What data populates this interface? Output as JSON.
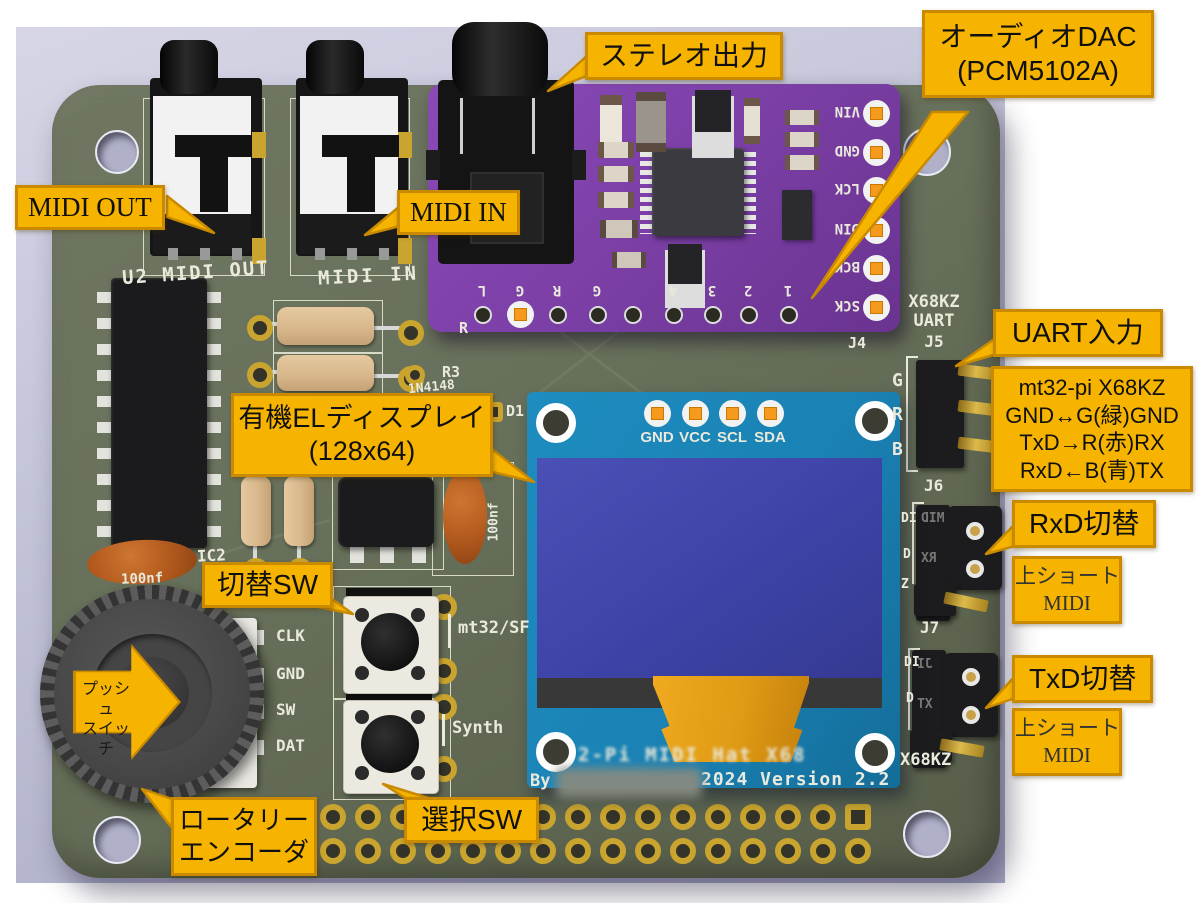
{
  "callouts": {
    "stereo_out": "ステレオ出力",
    "audio_dac": {
      "line1": "オーディオDAC",
      "line2": "(PCM5102A)"
    },
    "midi_out": "MIDI OUT",
    "midi_in": "MIDI IN",
    "uart_input": "UART入力",
    "uart_note": {
      "line1": "mt32-pi  X68KZ",
      "line2": "GND↔G(緑)GND",
      "line3": "TxD→R(赤)RX",
      "line4": "RxD←B(青)TX"
    },
    "rxd_switch": "RxD切替",
    "rxd_note": {
      "line1": "上ショート",
      "line2": "MIDI"
    },
    "txd_switch": "TxD切替",
    "txd_note": {
      "line1": "上ショート",
      "line2": "MIDI"
    },
    "oled_display": {
      "line1": "有機ELディスプレイ",
      "line2": "(128x64)"
    },
    "toggle_sw": "切替SW",
    "select_sw": "選択SW",
    "push_switch": {
      "line1": "プッシュ",
      "line2": "スイッチ"
    },
    "rotary_encoder": {
      "line1": "ロータリー",
      "line2": "エンコーダ"
    }
  },
  "pcb_silkscreen": {
    "u2_midi_out": "U2 MIDI OUT",
    "midi_in": "MIDI IN",
    "r_partial": "R",
    "r3": "R3",
    "diode_1n4148": "1N4148",
    "d1": "D1",
    "ic2": "IC2",
    "cap_100nf_left": "100nf",
    "cap_100nf_right": "100nf",
    "encoder_pins": [
      "CLK",
      "GND",
      "SW",
      "DAT"
    ],
    "sw1_mode": "mt32/SF",
    "sw2_mode": "Synth",
    "uart_header": {
      "line1": "X68KZ",
      "line2": "UART",
      "line3": "J5"
    },
    "uart_pin_labels": [
      "G",
      "R",
      "B"
    ],
    "j4": "J4",
    "j6": "J6",
    "j7": "J7",
    "x68kz_bottom": "X68KZ",
    "j6_partial_labels": [
      "DI",
      "D",
      "Z"
    ],
    "j7_partial_labels": [
      "DI",
      "D"
    ],
    "byline": "By",
    "version_text": "2024 Version 2.2",
    "board_name_blurred": "2-Pi MIDI Hat X68"
  },
  "dac_board": {
    "pin_labels": [
      "VIN",
      "GND",
      "LCK",
      "DIN",
      "BCK",
      "SCK"
    ],
    "bottom_pad_labels": [
      "L",
      "G",
      "R",
      "G",
      "4",
      "3",
      "2",
      "1"
    ]
  },
  "oled_board": {
    "pin_labels": [
      "GND",
      "VCC",
      "SCL",
      "SDA"
    ]
  },
  "jumper_caps": {
    "j6": [
      "MID",
      "RX"
    ],
    "j7": [
      "JI",
      "XT"
    ]
  },
  "colors": {
    "callout_bg": "#f6b400",
    "callout_border": "#c98a00",
    "pcb_green": "#68705b",
    "dac_purple": "#7b3fa6",
    "oled_teal": "#1a82b4",
    "oled_screen": "#3e44a8",
    "background": "#babbd1",
    "gold": "#c9a42e"
  }
}
